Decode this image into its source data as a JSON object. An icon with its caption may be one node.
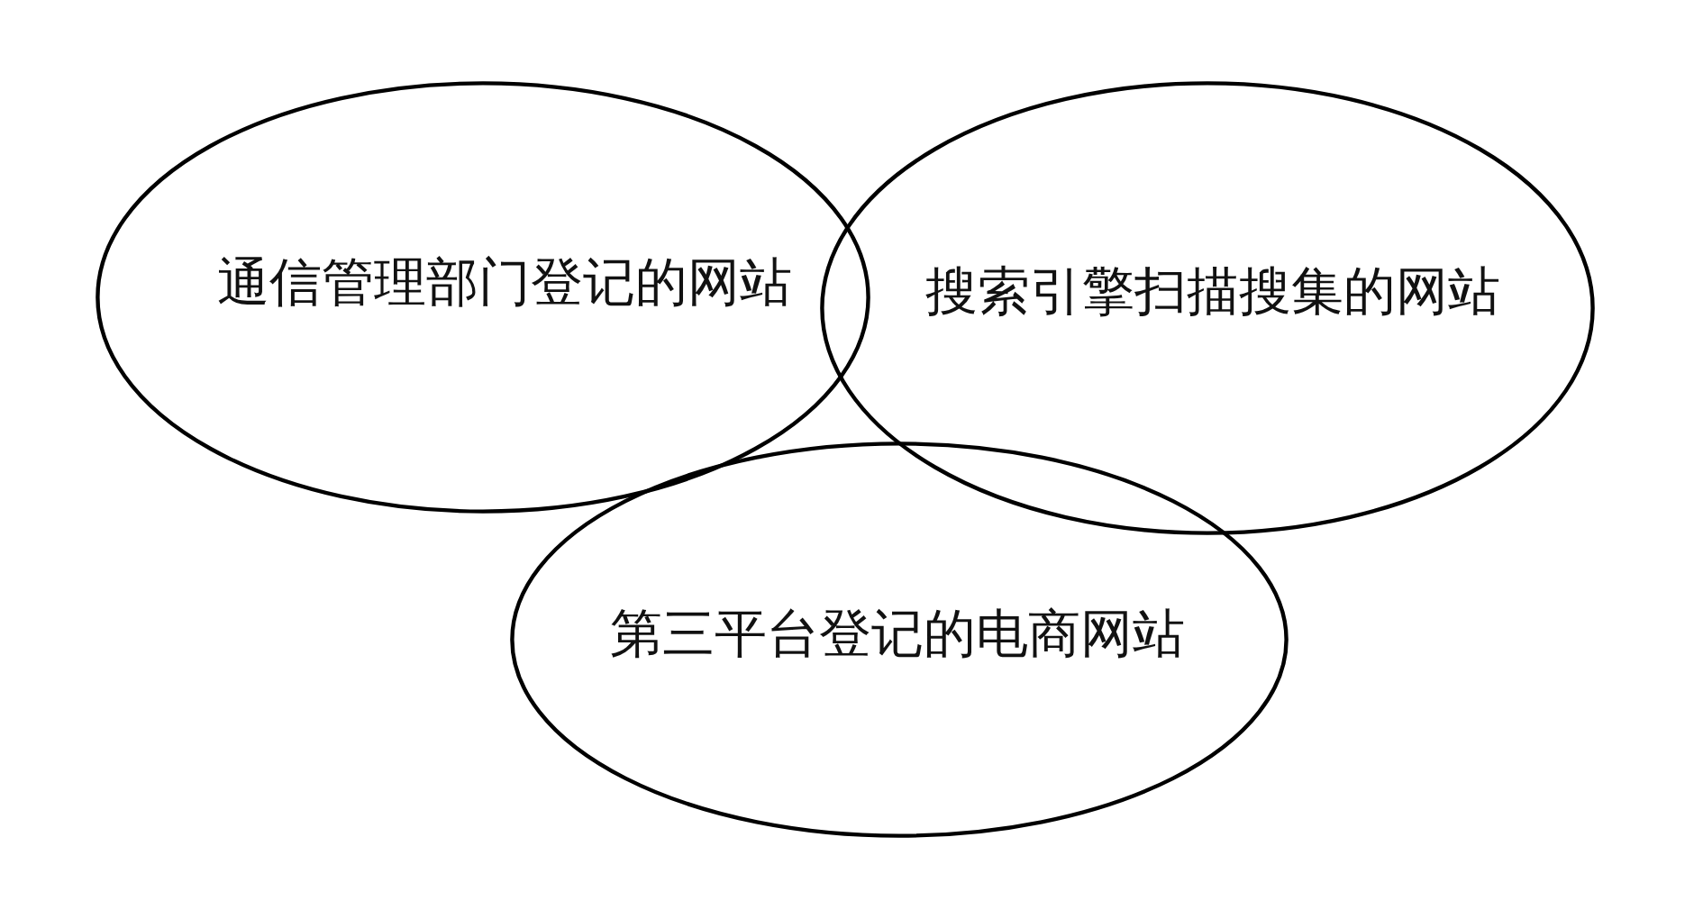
{
  "diagram": {
    "nodes": [
      {
        "text": [
          "通信管理部门登记的网站"
        ]
      },
      {
        "text": [
          "搜索引擎扫描搜集的网站"
        ]
      },
      {
        "text": [
          "第三平台登记的电商网站"
        ]
      }
    ]
  }
}
